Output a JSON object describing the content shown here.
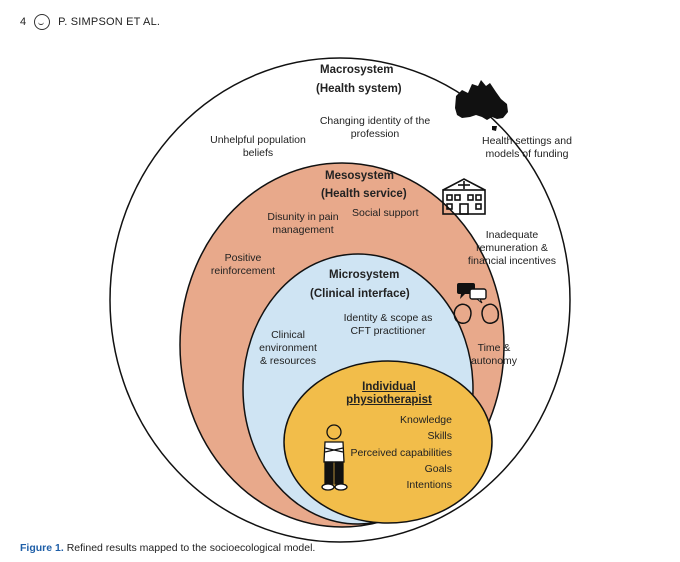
{
  "header": {
    "page_number": "4",
    "authors": "P. SIMPSON ET AL."
  },
  "macrosystem": {
    "title": "Macrosystem",
    "subtitle": "(Health system)",
    "items": [
      "Changing identity of the profession",
      "Unhelpful population beliefs",
      "Health settings and models of funding"
    ]
  },
  "mesosystem": {
    "title": "Mesosystem",
    "subtitle": "(Health service)",
    "items": [
      "Social support",
      "Disunity in pain management",
      "Positive reinforcement",
      "Inadequate remuneration & financial incentives"
    ]
  },
  "microsystem": {
    "title": "Microsystem",
    "subtitle": "(Clinical interface)",
    "items": [
      "Identity & scope as CFT practitioner",
      "Clinical environment & resources",
      "Time & autonomy"
    ]
  },
  "individual": {
    "title_line1": "Individual",
    "title_line2": "physiotherapist",
    "items": [
      "Knowledge",
      "Skills",
      "Perceived capabilities",
      "Goals",
      "Intentions"
    ]
  },
  "caption": {
    "label": "Figure 1.",
    "text": "Refined results mapped to the socioecological model."
  },
  "colors": {
    "macro": "#ffffff",
    "meso": "#e8a98b",
    "micro": "#cfe4f3",
    "individual": "#f2bd4a",
    "outline": "#111111",
    "caption_label": "#1f5fa8"
  },
  "icons": [
    "australia-map-icon",
    "hospital-icon",
    "speech-bubbles-icon",
    "two-heads-icon",
    "person-icon"
  ]
}
